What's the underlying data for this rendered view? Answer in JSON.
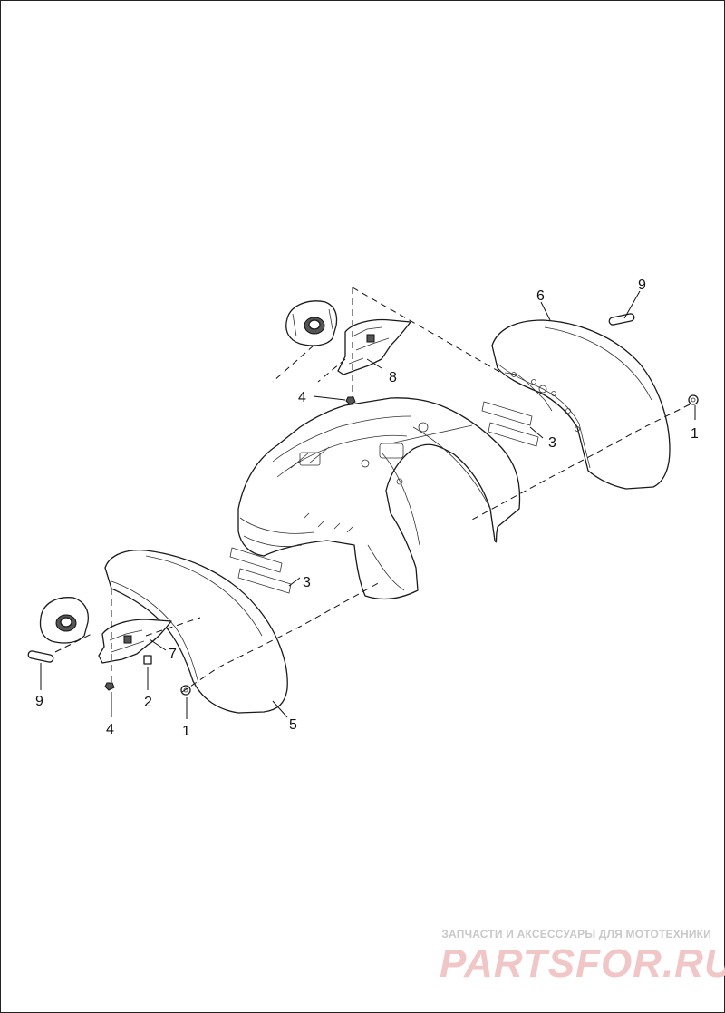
{
  "callouts": {
    "c1_right": "1",
    "c1_left": "1",
    "c2": "2",
    "c3_upper": "3",
    "c3_lower": "3",
    "c4_upper": "4",
    "c4_lower": "4",
    "c5": "5",
    "c6": "6",
    "c7": "7",
    "c8": "8",
    "c9_right": "9",
    "c9_left": "9"
  },
  "watermark": {
    "tagline": "ЗАПЧАСТИ И АКСЕССУАРЫ ДЛЯ МОТОТЕХНИКИ",
    "logo": "PARTSFOR.RU"
  },
  "colors": {
    "line": "#1a1a1a",
    "watermark_tagline": "#c9c9c9",
    "watermark_logo": "#f0c6c6"
  }
}
